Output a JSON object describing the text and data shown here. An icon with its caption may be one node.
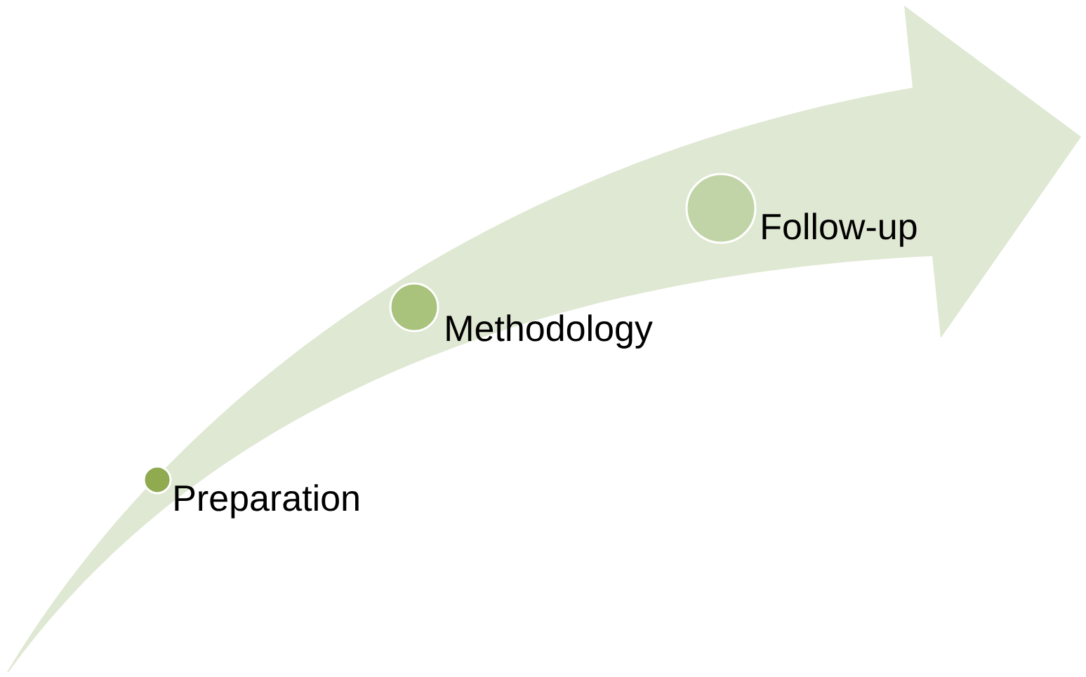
{
  "diagram": {
    "nodes": [
      {
        "text": [],
        "shape": "arrow"
      },
      {
        "text": [],
        "shape": "circle",
        "in": 0,
        "beside": [
          "Preparation"
        ]
      },
      {
        "text": [],
        "shape": "circle",
        "in": 0,
        "beside": [
          "Methodology"
        ]
      },
      {
        "text": [],
        "shape": "circle",
        "in": 0,
        "beside": [
          "Follow-up"
        ]
      }
    ]
  }
}
